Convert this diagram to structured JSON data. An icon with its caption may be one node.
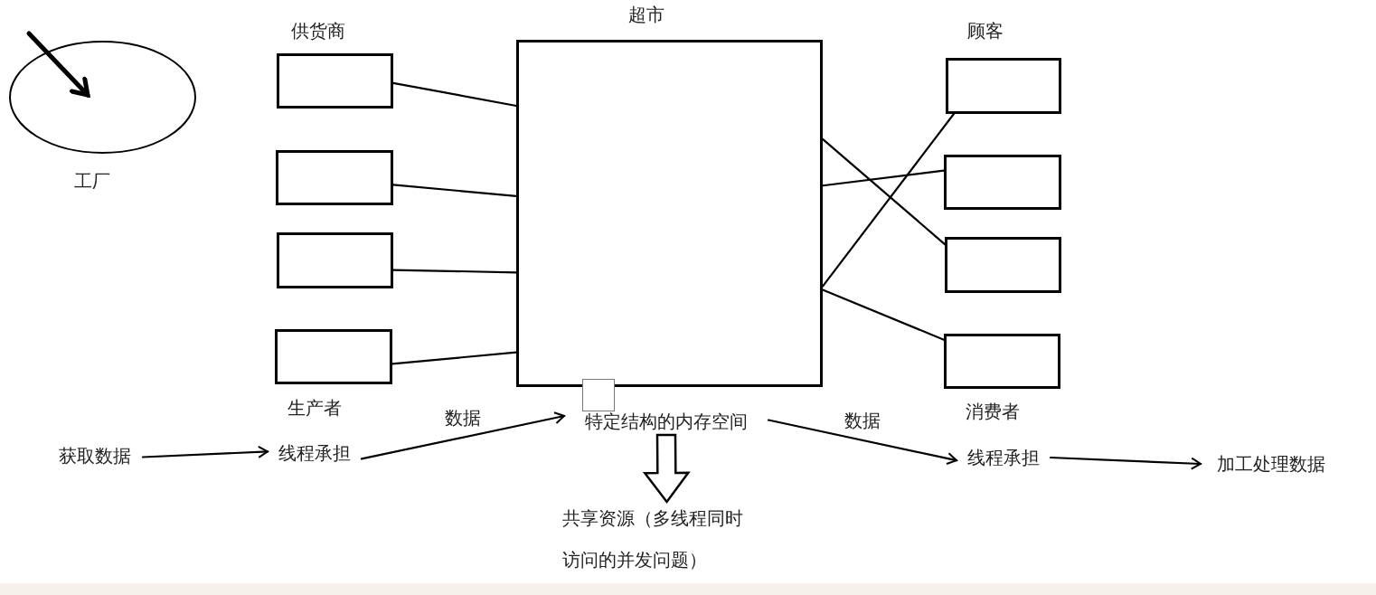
{
  "diagram": {
    "nodes": [
      {
        "text": [
          "工厂"
        ]
      },
      {
        "text": [
          "超市"
        ]
      },
      {
        "text": [],
        "shape": "box",
        "beside": [
          "供货商"
        ]
      },
      {
        "text": [],
        "shape": "box"
      },
      {
        "text": [],
        "shape": "box"
      },
      {
        "text": [],
        "shape": "box",
        "beside": [
          "生产者"
        ]
      },
      {
        "text": [],
        "shape": "box",
        "beside": [
          "顾客"
        ]
      },
      {
        "text": [],
        "shape": "box"
      },
      {
        "text": [],
        "shape": "box"
      },
      {
        "text": [],
        "shape": "box",
        "beside": [
          "消费者"
        ]
      },
      {
        "text": [
          "获取数据"
        ]
      },
      {
        "text": [
          "线程承担"
        ]
      },
      {
        "text": [
          "特定结构的内存空间"
        ]
      },
      {
        "text": [
          "线程承担"
        ]
      },
      {
        "text": [
          "加工处理数据"
        ]
      },
      {
        "text": [
          "共享资源（多线程同时访问的并发问题）"
        ]
      }
    ],
    "edges": [
      {
        "from": null,
        "to": 0,
        "arrow": "to",
        "style": "thick"
      },
      {
        "from": 2,
        "to": 1,
        "arrow": "none"
      },
      {
        "from": 3,
        "to": 1,
        "arrow": "none"
      },
      {
        "from": 4,
        "to": 1,
        "arrow": "none"
      },
      {
        "from": 5,
        "to": 1,
        "arrow": "none"
      },
      {
        "from": 1,
        "to": 8,
        "arrow": "none"
      },
      {
        "from": 1,
        "to": 7,
        "arrow": "none"
      },
      {
        "from": 1,
        "to": 9,
        "arrow": "none"
      },
      {
        "from": 1,
        "to": 6,
        "arrow": "none"
      },
      {
        "from": 10,
        "to": 11,
        "arrow": "to"
      },
      {
        "from": 11,
        "to": 12,
        "arrow": "to",
        "label": "数据"
      },
      {
        "from": 12,
        "to": 13,
        "arrow": "to",
        "label": "数据"
      },
      {
        "from": 13,
        "to": 14,
        "arrow": "to"
      },
      {
        "from": 12,
        "to": 15,
        "arrow": "to",
        "style": "thick"
      }
    ]
  }
}
